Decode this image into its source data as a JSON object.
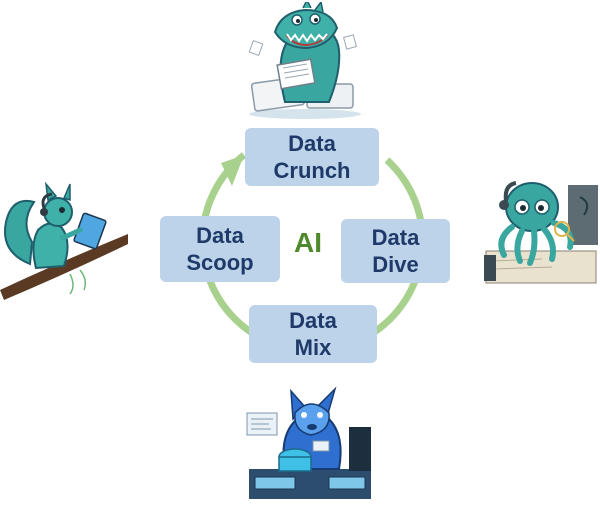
{
  "center": {
    "label": "AI"
  },
  "steps": [
    {
      "id": "crunch",
      "line1": "Data",
      "line2": "Crunch",
      "mascot": "dinosaur"
    },
    {
      "id": "dive",
      "line1": "Data",
      "line2": "Dive",
      "mascot": "octopus"
    },
    {
      "id": "mix",
      "line1": "Data",
      "line2": "Mix",
      "mascot": "wolf"
    },
    {
      "id": "scoop",
      "line1": "Data",
      "line2": "Scoop",
      "mascot": "squirrel"
    }
  ],
  "colors": {
    "box_fill": "#bcd3ea",
    "box_text": "#1f3a68",
    "cycle_arrow": "#a9d18e",
    "center_text": "#4e8a2c",
    "mascot_teal": "#3aa6a0",
    "mascot_blue": "#2f6fd0"
  },
  "icons": [
    "dinosaur-mascot",
    "octopus-mascot",
    "wolf-mascot",
    "squirrel-mascot",
    "cycle-arrow"
  ]
}
